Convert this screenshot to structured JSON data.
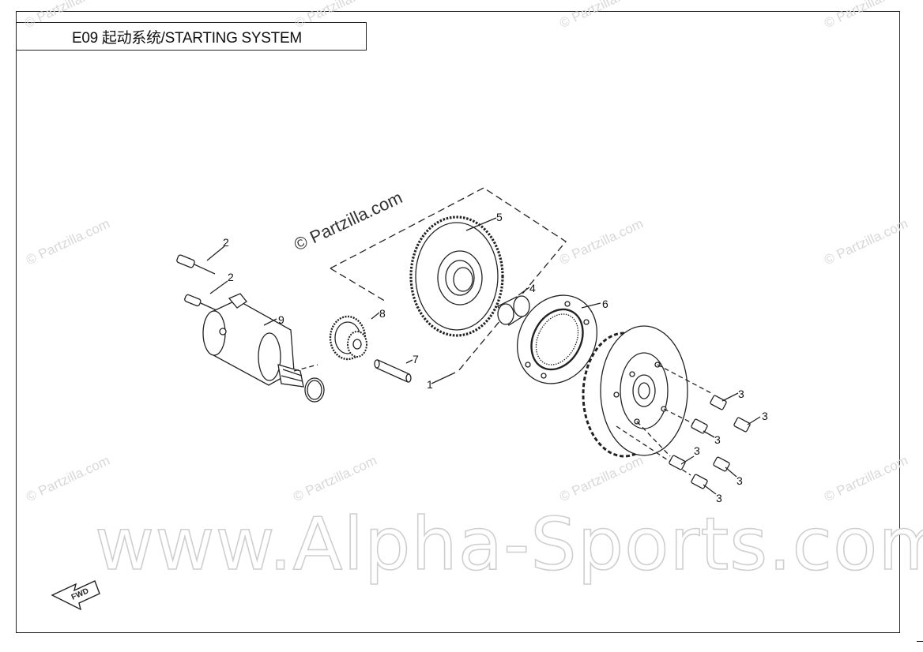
{
  "title": "E09 起动系统/STARTING SYSTEM",
  "watermark_small": "© Partzilla.com",
  "watermark_main": "www.Alpha-Sports.com",
  "fwd_label": "FWD",
  "callouts": {
    "c1": "1",
    "c2a": "2",
    "c2b": "2",
    "c3a": "3",
    "c3b": "3",
    "c3c": "3",
    "c3d": "3",
    "c3e": "3",
    "c3f": "3",
    "c4": "4",
    "c5": "5",
    "c6": "6",
    "c7": "7",
    "c8": "8",
    "c9": "9"
  }
}
